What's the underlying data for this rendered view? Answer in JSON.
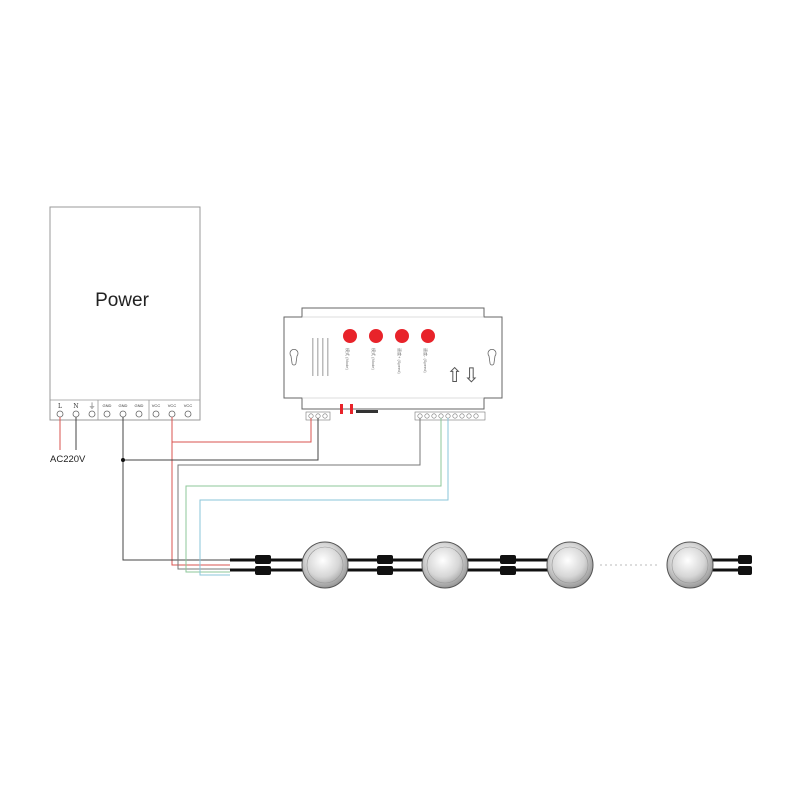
{
  "power_supply": {
    "title": "Power",
    "terminals": [
      "L",
      "N",
      "GND",
      "GND",
      "GND",
      "VCC",
      "VCC",
      "VCC"
    ],
    "ac_label": "AC220V"
  },
  "controller": {
    "button_labels": [
      "模式 (Mode)",
      "模式 (Mode)",
      "速度+ (Speed)",
      "速度- (Speed)"
    ],
    "arrows": "⇧⇩"
  },
  "colors": {
    "power_wire": "#d9534f",
    "ground_wire": "#444444",
    "data_wire_green": "#8cc79a",
    "data_wire_blue": "#8ac6d9",
    "button_red": "#e8232a",
    "led_dome": "#c9c9c9",
    "cable": "#111111"
  },
  "led_nodes": {
    "count": 4
  }
}
